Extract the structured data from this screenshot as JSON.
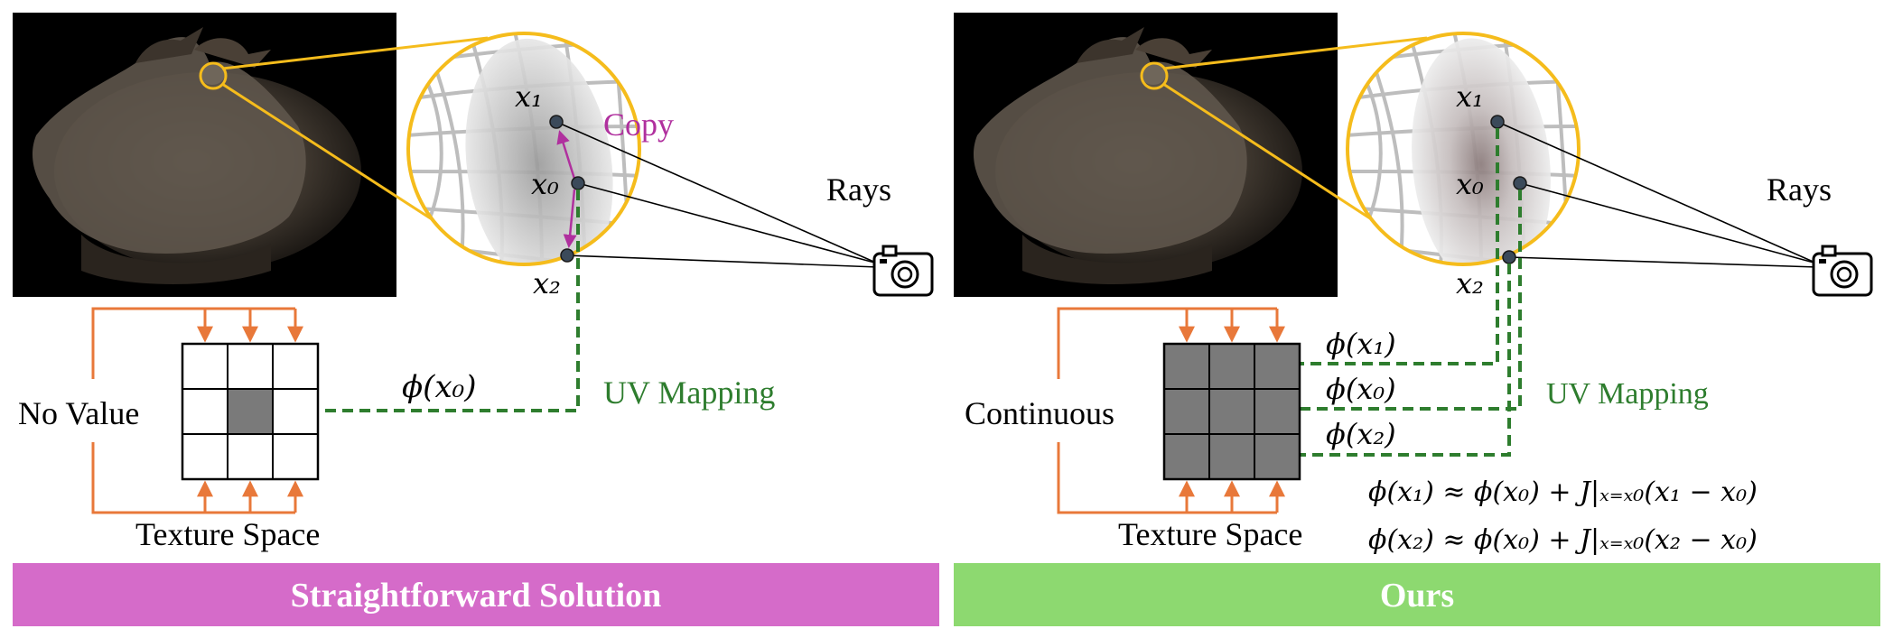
{
  "left_panel": {
    "labels": {
      "x1": "x₁",
      "x0": "x₀",
      "x2": "x₂",
      "copy": "Copy",
      "rays": "Rays",
      "phi_x0": "ϕ(x₀)",
      "uv_mapping": "UV Mapping",
      "no_value": "No Value",
      "texture_space": "Texture Space"
    },
    "banner": "Straightforward Solution",
    "banner_color": "#D56BC9"
  },
  "right_panel": {
    "labels": {
      "x1": "x₁",
      "x0": "x₀",
      "x2": "x₂",
      "rays": "Rays",
      "phi_x1": "ϕ(x₁)",
      "phi_x0": "ϕ(x₀)",
      "phi_x2": "ϕ(x₂)",
      "uv_mapping": "UV Mapping",
      "continuous": "Continuous",
      "texture_space": "Texture Space",
      "eq1": "ϕ(x₁) ≈ ϕ(x₀) + J|ₓ₌ₓ₀(x₁ − x₀)",
      "eq2": "ϕ(x₂) ≈ ϕ(x₀) + J|ₓ₌ₓ₀(x₂ − x₀)"
    },
    "banner": "Ours",
    "banner_color": "#8DD970"
  },
  "colors": {
    "zoom_circle": "#F5BC1C",
    "uv_arrow": "#2E7D2E",
    "copy_arrow": "#B0309E",
    "texture_frame": "#E8783A",
    "grid_lines": "#BDBDBD",
    "filled_cell": "#7A7A7A"
  },
  "icons": [
    "camera-icon",
    "camera-icon"
  ]
}
